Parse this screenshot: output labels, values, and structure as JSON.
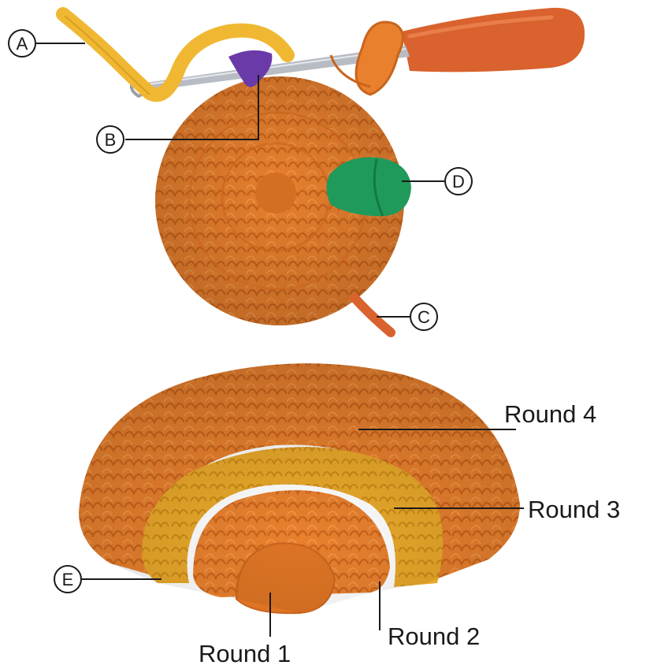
{
  "callouts": {
    "a": "A",
    "b": "B",
    "c": "C",
    "d": "D",
    "e": "E"
  },
  "rounds": {
    "round1": "Round 1",
    "round2": "Round 2",
    "round3": "Round 3",
    "round4": "Round 4"
  },
  "colors": {
    "orange_yarn": "#e8802e",
    "orange_dark": "#c9641c",
    "yellow_yarn": "#e8a82a",
    "gold_strand": "#f0b832",
    "purple_marker": "#6a3aa8",
    "green_marker": "#1f9a5a",
    "hook_handle": "#d9622e",
    "hook_metal": "#b8bcc4"
  }
}
